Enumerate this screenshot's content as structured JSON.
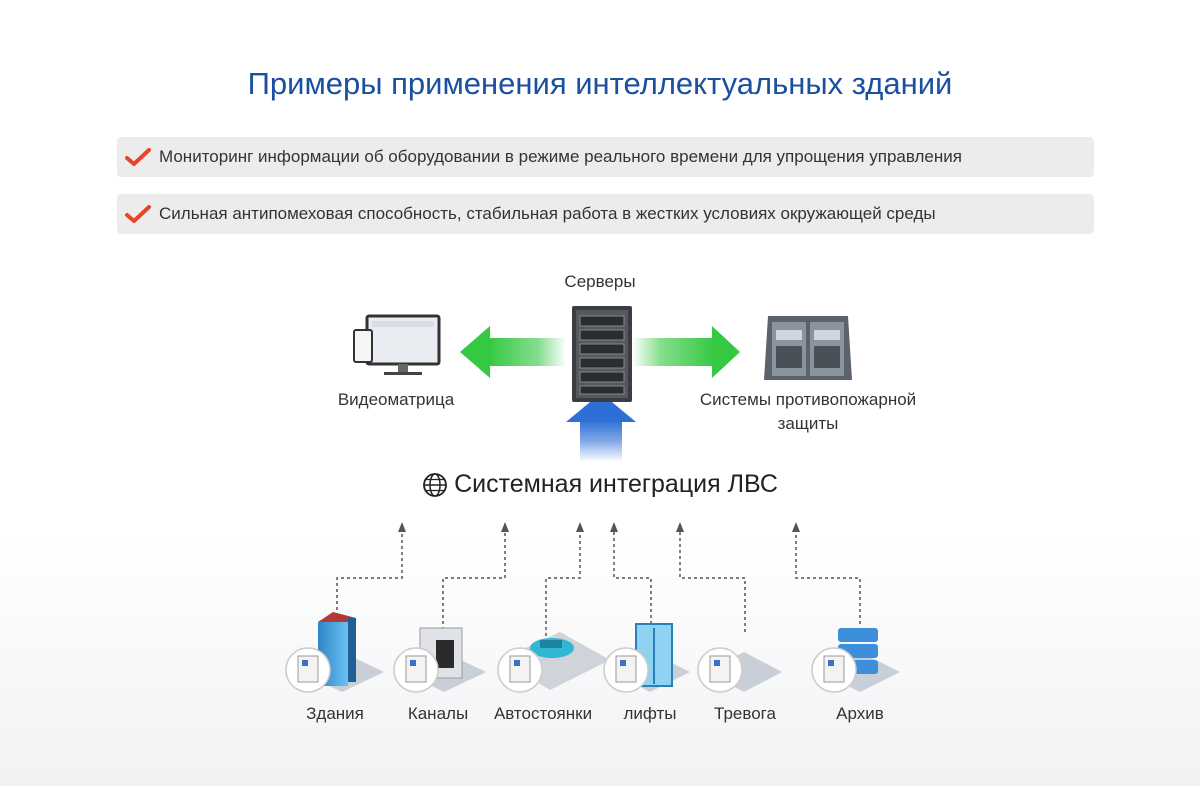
{
  "title": "Примеры применения интеллектуальных зданий",
  "features": [
    "Мониторинг информации об оборудовании в режиме реального времени для упрощения управления",
    "Сильная антипомеховая способность, стабильная работа в жестких условиях окружающей среды"
  ],
  "top": {
    "servers": "Серверы",
    "videowall": "Видеоматрица",
    "fire_line1": "Системы противопожарной",
    "fire_line2": "защиты"
  },
  "lan": "Системная интеграция ЛВС",
  "bottom": [
    "Здания",
    "Каналы",
    "Автостоянки",
    "лифты",
    "Тревога",
    "Архив"
  ],
  "colors": {
    "title": "#1b4fa0",
    "check": "#e8452b",
    "arrow_green": "#35c843",
    "arrow_blue": "#2d6fd6"
  }
}
